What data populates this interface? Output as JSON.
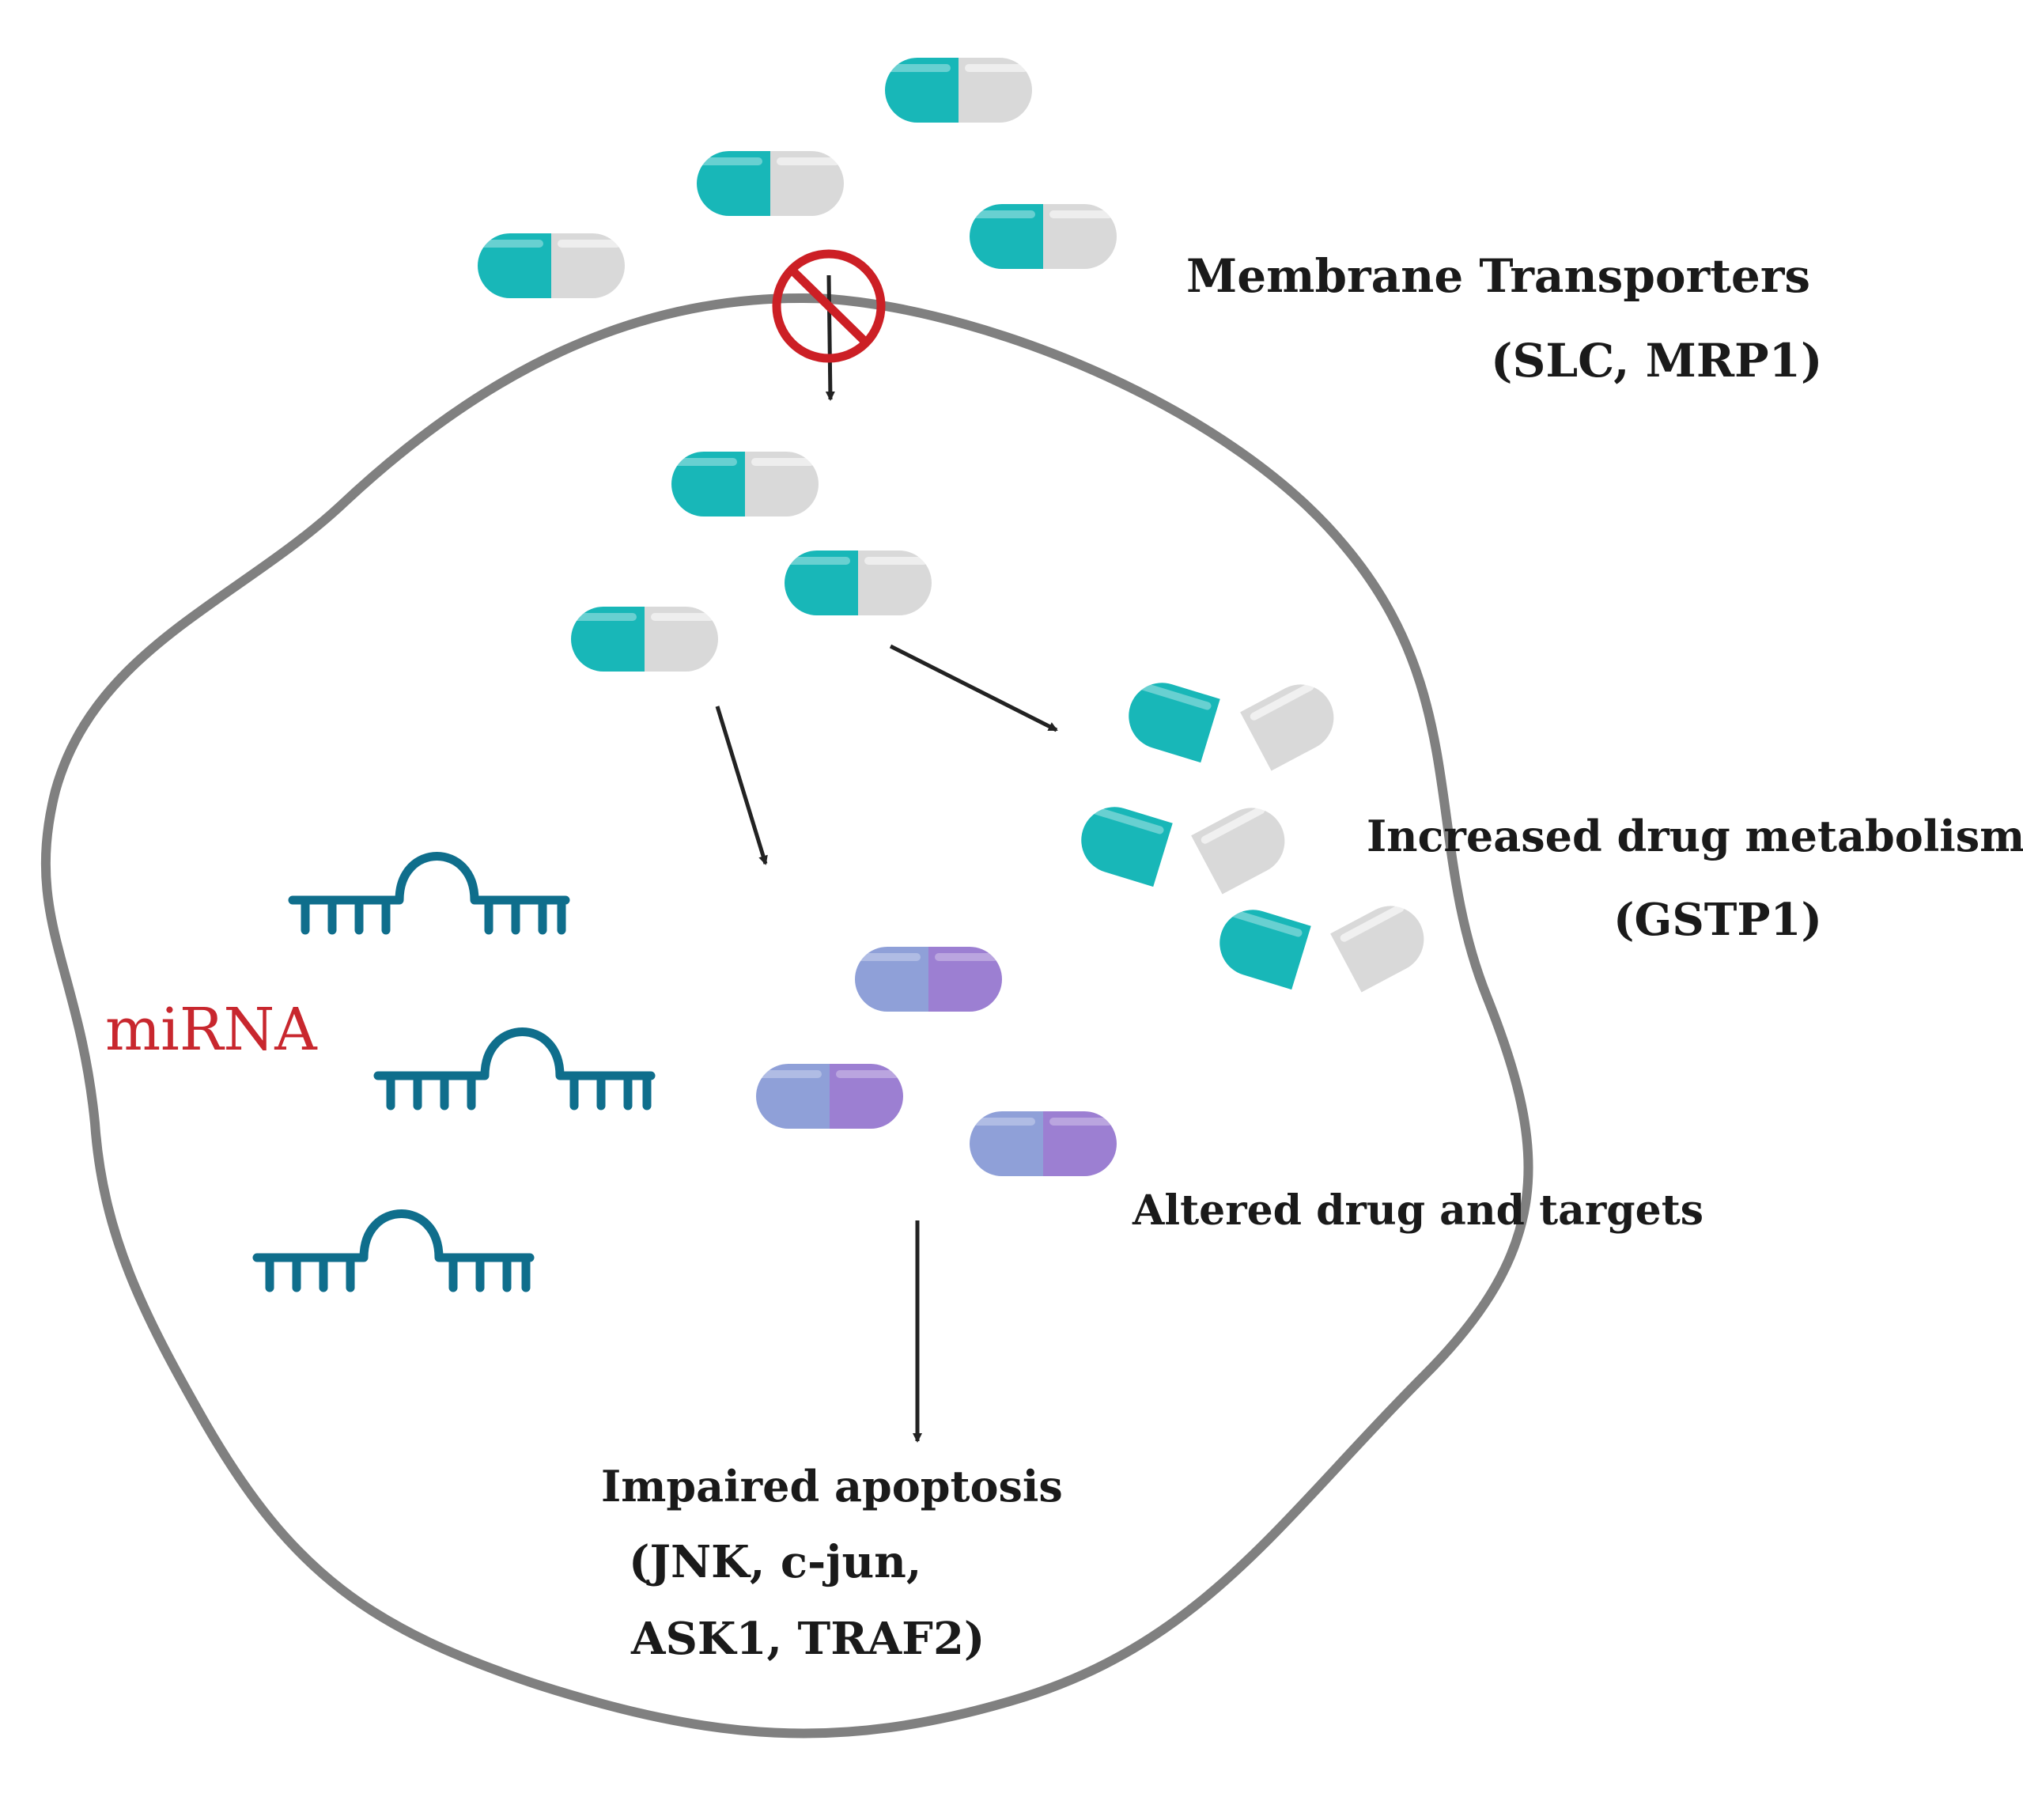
{
  "labels": {
    "membrane_transporters": "Membrane Transporters",
    "membrane_transporters_genes": "(SLC, MRP1)",
    "drug_metabolism": "Increased drug metabolism",
    "drug_metabolism_genes": "(GSTP1)",
    "altered_targets": "Altered drug and targets",
    "apoptosis": "Impaired apoptosis",
    "apoptosis_genes_1": "(JNK, c-jun,",
    "apoptosis_genes_2": "ASK1, TRAF2)",
    "mirna": "miRNA"
  },
  "colors": {
    "cell_membrane": "#808080",
    "capsule_teal": "#18b7b8",
    "capsule_grey": "#d4d4d4",
    "capsule_blue": "#8f9fd6",
    "capsule_purple": "#9b7fd0",
    "mirna_strand": "#0f6e8c",
    "inhibition_sign": "#cc1f25",
    "mirna_label": "#c8272e",
    "arrow": "#222222"
  }
}
